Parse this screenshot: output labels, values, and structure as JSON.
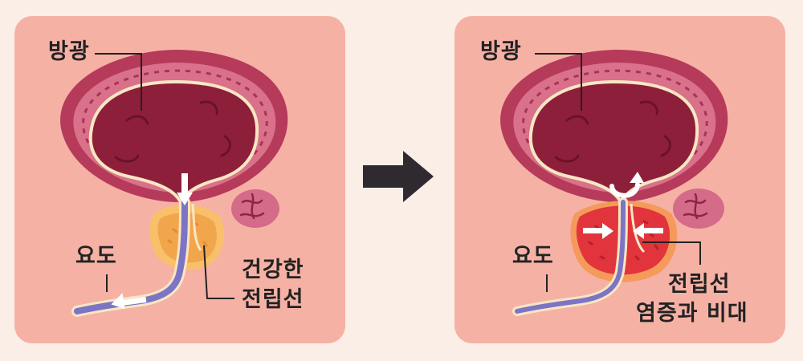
{
  "healthy": {
    "bladder_label": "방광",
    "urethra_label": "요도",
    "prostate_label_line1": "건강한",
    "prostate_label_line2": "전립선"
  },
  "enlarged": {
    "bladder_label": "방광",
    "urethra_label": "요도",
    "prostate_label_line1": "전립선",
    "prostate_label_line2": "염증과 비대"
  },
  "colors": {
    "panel_bg": "#f6b1a5",
    "bladder_inner": "#8e1f3b",
    "bladder_wall": "#b63a5a",
    "healthy_prostate": "#f2a64c",
    "inflamed_prostate": "#e2343c",
    "urethra": "#7e74c4",
    "arrow": "#2f2a30"
  },
  "icons": {
    "transition": "right-arrow-icon",
    "flow": "white-arrow-icon",
    "backflow": "curved-arrow-icon"
  }
}
